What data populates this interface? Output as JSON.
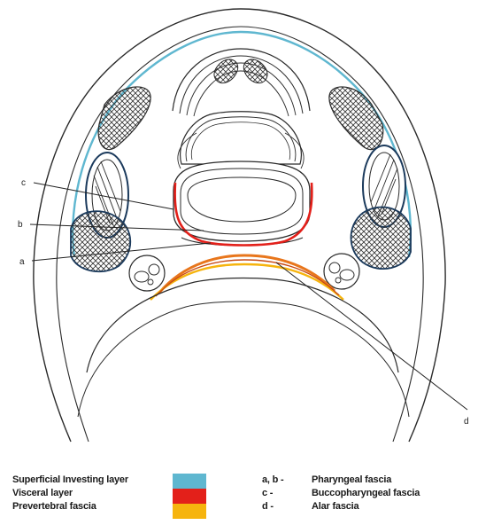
{
  "callouts": {
    "a": "a",
    "b": "b",
    "c": "c",
    "d": "d"
  },
  "legend": {
    "layers": [
      {
        "label": "Superficial Investing layer",
        "color": "#5fb7d0"
      },
      {
        "label": "Visceral layer",
        "color": "#e3201a"
      },
      {
        "label": "Prevertebral fascia",
        "color": "#f6b40e"
      }
    ],
    "keys": [
      {
        "key": "a, b -",
        "text": "Pharyngeal fascia"
      },
      {
        "key": "c -",
        "text": "Buccopharyngeal fascia"
      },
      {
        "key": "d -",
        "text": "Alar fascia"
      }
    ]
  },
  "colors": {
    "outline": "#2a2a2a",
    "superficial": "#5fb7d0",
    "visceral": "#e3201a",
    "prevertebral": "#f6b40e",
    "alar": "#e8761c"
  }
}
